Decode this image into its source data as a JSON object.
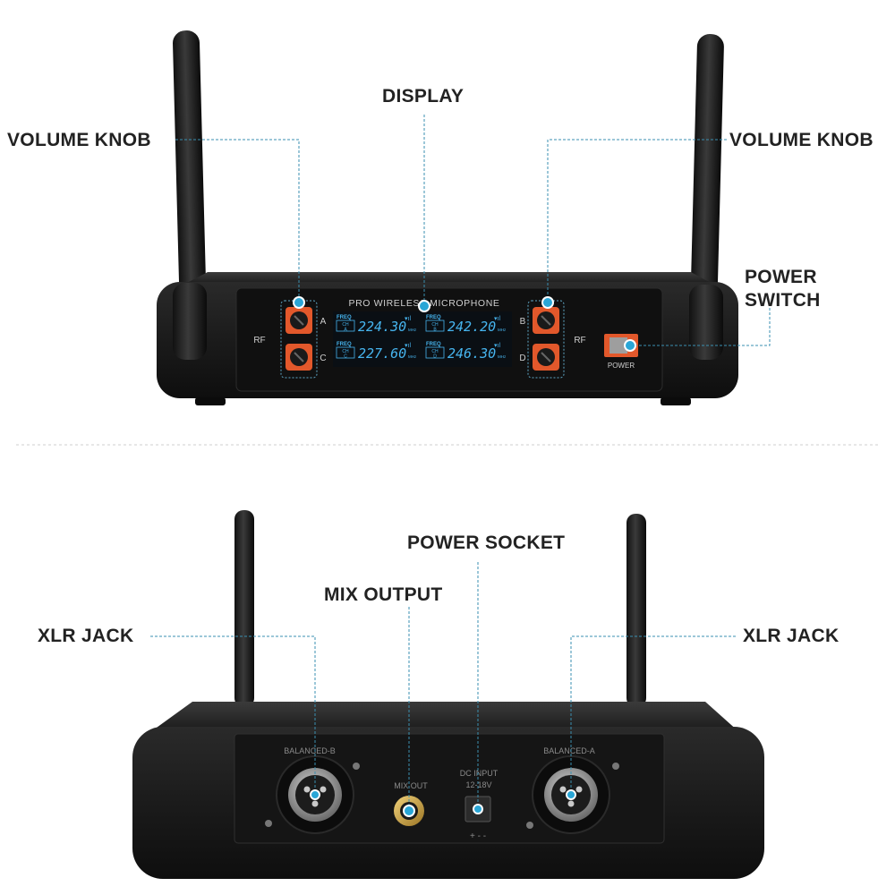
{
  "callouts": {
    "display": "DISPLAY",
    "volume_knob_left": "VOLUME KNOB",
    "volume_knob_right": "VOLUME KNOB",
    "power_switch": "POWER\nSWITCH",
    "power_socket": "POWER SOCKET",
    "mix_output": "MIX OUTPUT",
    "xlr_jack_left": "XLR JACK",
    "xlr_jack_right": "XLR JACK"
  },
  "front_panel": {
    "brand": "PRO WIRELESS MICROPHONE",
    "rf_left": "RF",
    "rf_right": "RF",
    "power_label": "POWER",
    "knob_labels": {
      "a": "A",
      "b": "B",
      "c": "C",
      "d": "D"
    },
    "freq_label": "FREQ",
    "ch_label": "CH",
    "mhz": "MHz",
    "channels": [
      {
        "id": "A",
        "freq": "224.30"
      },
      {
        "id": "B",
        "freq": "242.20"
      },
      {
        "id": "C",
        "freq": "227.60"
      },
      {
        "id": "D",
        "freq": "246.30"
      }
    ]
  },
  "rear_panel": {
    "balanced_b": "BALANCED-B",
    "balanced_a": "BALANCED-A",
    "mix_out": "MIX OUT",
    "dc_input": "DC INPUT",
    "dc_voltage": "12-18V",
    "polarity": "+  -  -"
  },
  "colors": {
    "callout_line": "#3a8fb0",
    "marker": "#2aa6d6",
    "knob": "#e2582b",
    "lcd": "#46b4ee",
    "body": "#1c1c1c"
  }
}
